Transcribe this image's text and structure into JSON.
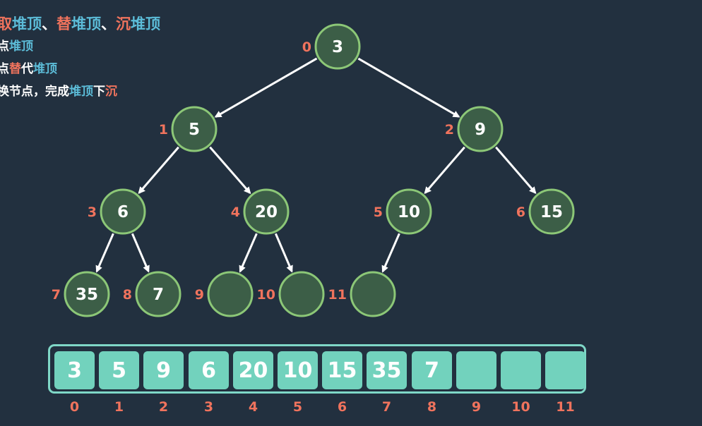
{
  "steps": [
    [
      {
        "t": "取",
        "c": "red"
      },
      {
        "t": "堆顶",
        "c": "blue"
      },
      {
        "t": "、",
        "c": "white"
      },
      {
        "t": "替",
        "c": "red"
      },
      {
        "t": "堆顶",
        "c": "blue"
      },
      {
        "t": "、",
        "c": "white"
      },
      {
        "t": "沉",
        "c": "red"
      },
      {
        "t": "堆顶",
        "c": "blue"
      }
    ],
    [
      {
        "t": "点",
        "c": "white"
      },
      {
        "t": "堆顶",
        "c": "blue"
      }
    ],
    [
      {
        "t": "点",
        "c": "white"
      },
      {
        "t": "替",
        "c": "red"
      },
      {
        "t": "代",
        "c": "white"
      },
      {
        "t": "堆顶",
        "c": "blue"
      }
    ],
    [
      {
        "t": "换节点，完成",
        "c": "white"
      },
      {
        "t": "堆顶",
        "c": "blue"
      },
      {
        "t": "下",
        "c": "white"
      },
      {
        "t": "沉",
        "c": "red"
      }
    ]
  ],
  "tree_nodes": [
    {
      "index": "0",
      "value": "3"
    },
    {
      "index": "1",
      "value": "5"
    },
    {
      "index": "2",
      "value": "9"
    },
    {
      "index": "3",
      "value": "6"
    },
    {
      "index": "4",
      "value": "20"
    },
    {
      "index": "5",
      "value": "10"
    },
    {
      "index": "6",
      "value": "15"
    },
    {
      "index": "7",
      "value": "35"
    },
    {
      "index": "8",
      "value": "7"
    },
    {
      "index": "9",
      "value": ""
    },
    {
      "index": "10",
      "value": ""
    },
    {
      "index": "11",
      "value": ""
    }
  ],
  "array": {
    "values": [
      "3",
      "5",
      "9",
      "6",
      "20",
      "10",
      "15",
      "35",
      "7",
      "",
      "",
      ""
    ],
    "indices": [
      "0",
      "1",
      "2",
      "3",
      "4",
      "5",
      "6",
      "7",
      "8",
      "9",
      "10",
      "11"
    ]
  },
  "colors": {
    "background": "#22303f",
    "node_fill": "#3c5e47",
    "node_stroke": "#8cc777",
    "index_label": "#f0735d",
    "highlight_red": "#f0735d",
    "highlight_blue": "#5cbcd8",
    "array_cell": "#72d2bd",
    "array_border": "#7fd7c7"
  }
}
